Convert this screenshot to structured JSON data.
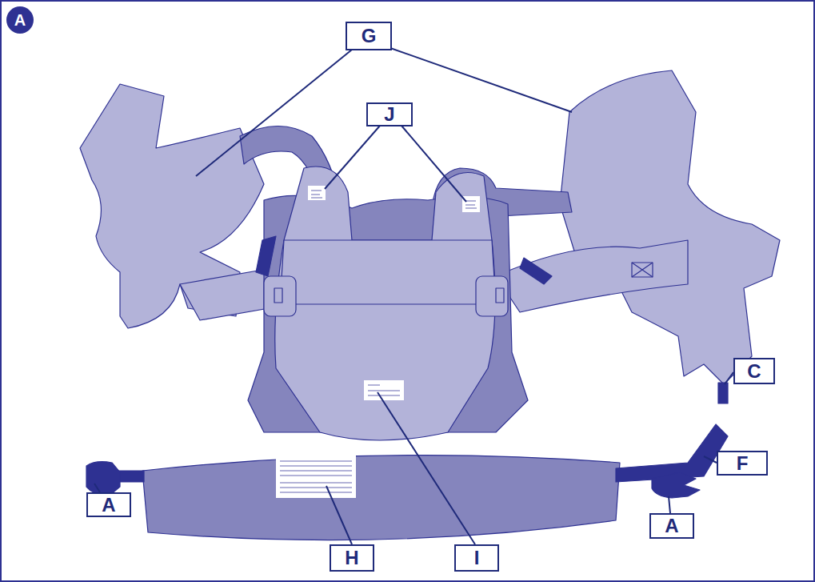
{
  "diagram": {
    "nodes": [
      {
        "text": [
          "A"
        ]
      },
      {
        "text": [
          "G"
        ]
      },
      {
        "text": [
          "J"
        ]
      },
      {
        "text": [
          "C"
        ]
      },
      {
        "text": [
          "F"
        ]
      },
      {
        "text": [
          "A"
        ]
      },
      {
        "text": [
          "A"
        ]
      },
      {
        "text": [
          "H"
        ]
      },
      {
        "text": [
          "I"
        ]
      }
    ]
  }
}
